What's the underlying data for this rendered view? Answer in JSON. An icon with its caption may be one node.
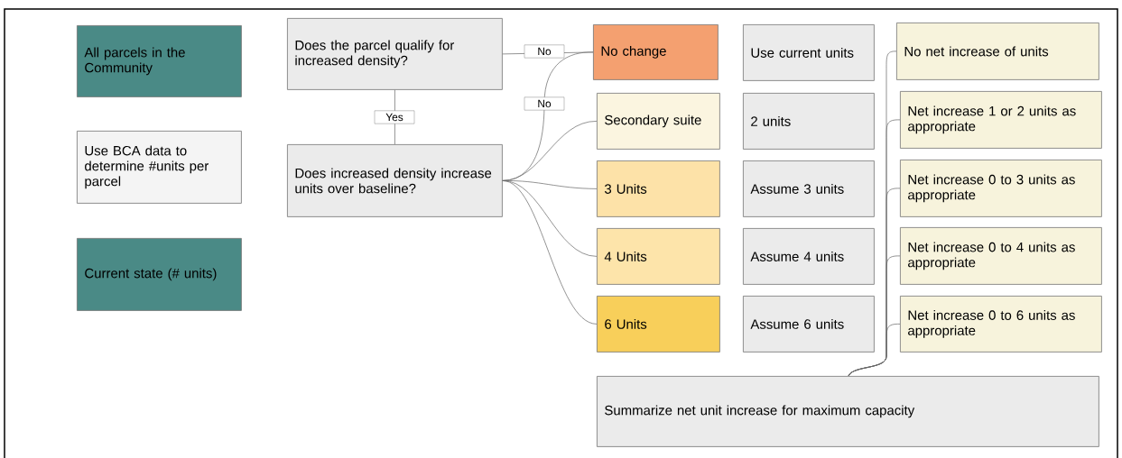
{
  "diagram": {
    "nodes": [
      {
        "text": [
          "All parcels in the Community"
        ]
      },
      {
        "text": [
          "Use BCA data to determine #units per parcel"
        ]
      },
      {
        "text": [
          "Current state (# units)"
        ]
      },
      {
        "text": [
          "Does the parcel qualify for increased density?"
        ]
      },
      {
        "text": [
          "Does increased density increase units over baseline?"
        ]
      },
      {
        "text": [
          "No change"
        ]
      },
      {
        "text": [
          "Secondary suite"
        ]
      },
      {
        "text": [
          "3 Units"
        ]
      },
      {
        "text": [
          "4 Units"
        ]
      },
      {
        "text": [
          "6 Units"
        ]
      },
      {
        "text": [
          "Use current units"
        ]
      },
      {
        "text": [
          "2 units"
        ]
      },
      {
        "text": [
          "Assume 3 units"
        ]
      },
      {
        "text": [
          "Assume 4 units"
        ]
      },
      {
        "text": [
          "Assume 6 units"
        ]
      },
      {
        "text": [
          "No net increase of units"
        ]
      },
      {
        "text": [
          "Net increase 1 or 2 units as appropriate"
        ]
      },
      {
        "text": [
          "Net increase 0 to 3 units as appropriate"
        ]
      },
      {
        "text": [
          "Net increase 0 to 4 units as appropriate"
        ]
      },
      {
        "text": [
          "Net increase 0 to 6 units as appropriate"
        ]
      },
      {
        "text": [
          "Summarize net unit increase for maximum capacity"
        ]
      }
    ],
    "edges": [
      {
        "from": 3,
        "to": 5,
        "arrow": "none",
        "label": "No"
      },
      {
        "from": 3,
        "to": 4,
        "arrow": "none",
        "label": "Yes"
      },
      {
        "from": 4,
        "to": 5,
        "arrow": "none",
        "label": "No"
      },
      {
        "from": 4,
        "to": 6,
        "arrow": "none"
      },
      {
        "from": 4,
        "to": 7,
        "arrow": "none"
      },
      {
        "from": 4,
        "to": 8,
        "arrow": "none"
      },
      {
        "from": 4,
        "to": 9,
        "arrow": "none"
      },
      {
        "from": 15,
        "to": 20,
        "arrow": "none"
      },
      {
        "from": 16,
        "to": 20,
        "arrow": "none"
      },
      {
        "from": 17,
        "to": 20,
        "arrow": "none"
      },
      {
        "from": 18,
        "to": 20,
        "arrow": "none"
      },
      {
        "from": 19,
        "to": 20,
        "arrow": "none"
      }
    ]
  }
}
